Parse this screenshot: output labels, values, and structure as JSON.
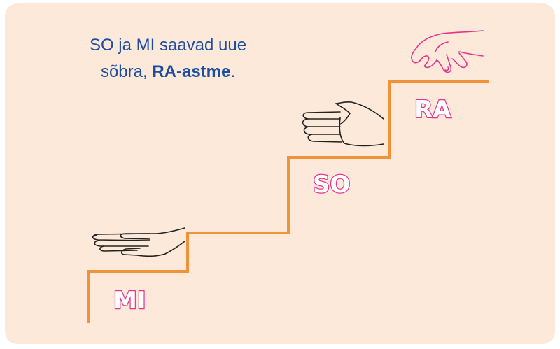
{
  "caption": {
    "line1": "SO ja MI saavad uue",
    "line2_prefix": "sõbra, ",
    "line2_bold": "RA-astme",
    "line2_suffix": "."
  },
  "steps": [
    {
      "label": "MI"
    },
    {
      "label": "SO"
    },
    {
      "label": "RA"
    }
  ],
  "colors": {
    "background": "#fde9d9",
    "caption_text": "#1d4f9e",
    "stair_line": "#f0923a",
    "label_outline": "#e6348a",
    "hand_mi": "#222222",
    "hand_so": "#222222",
    "hand_ra": "#e6348a"
  },
  "icons": {
    "mi_hand": "flat-hand-palm-down-icon",
    "so_hand": "hand-palm-vertical-icon",
    "ra_hand": "hand-pointing-down-icon"
  }
}
